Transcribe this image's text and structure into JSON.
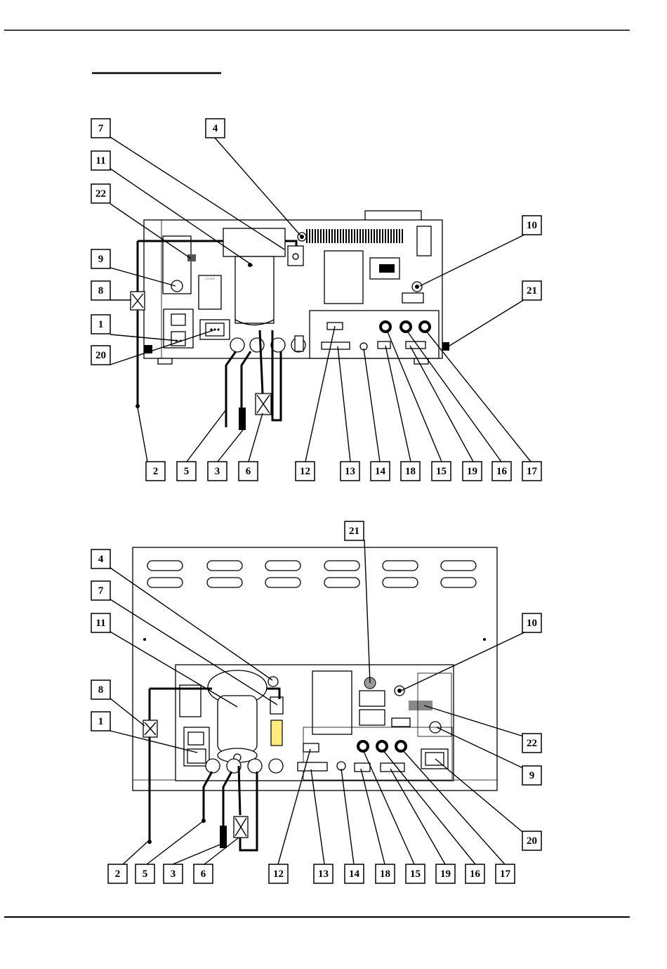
{
  "figure_top": {
    "callouts": [
      {
        "text": "7"
      },
      {
        "text": "4"
      },
      {
        "text": "11"
      },
      {
        "text": "22"
      },
      {
        "text": "10"
      },
      {
        "text": "9"
      },
      {
        "text": "8"
      },
      {
        "text": "21"
      },
      {
        "text": "1"
      },
      {
        "text": "20"
      },
      {
        "text": "2"
      },
      {
        "text": "5"
      },
      {
        "text": "3"
      },
      {
        "text": "6"
      },
      {
        "text": "12"
      },
      {
        "text": "13"
      },
      {
        "text": "14"
      },
      {
        "text": "18"
      },
      {
        "text": "15"
      },
      {
        "text": "19"
      },
      {
        "text": "16"
      },
      {
        "text": "17"
      }
    ],
    "device_plate_text": "J C N E"
  },
  "figure_bottom": {
    "callouts": [
      {
        "text": "21"
      },
      {
        "text": "4"
      },
      {
        "text": "7"
      },
      {
        "text": "11"
      },
      {
        "text": "10"
      },
      {
        "text": "8"
      },
      {
        "text": "1"
      },
      {
        "text": "22"
      },
      {
        "text": "9"
      },
      {
        "text": "20"
      },
      {
        "text": "2"
      },
      {
        "text": "5"
      },
      {
        "text": "3"
      },
      {
        "text": "6"
      },
      {
        "text": "12"
      },
      {
        "text": "13"
      },
      {
        "text": "14"
      },
      {
        "text": "18"
      },
      {
        "text": "15"
      },
      {
        "text": "19"
      },
      {
        "text": "16"
      },
      {
        "text": "17"
      }
    ]
  }
}
